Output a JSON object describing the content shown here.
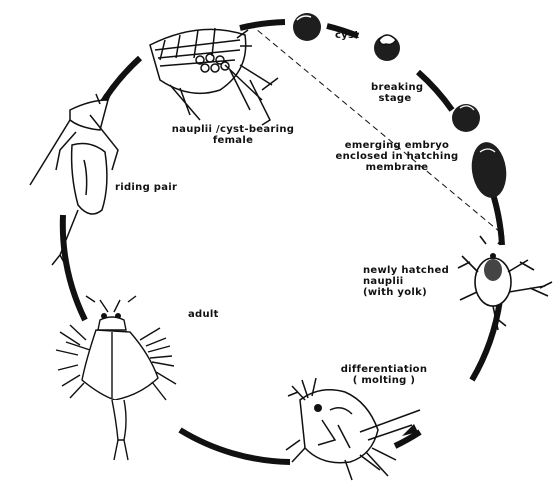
{
  "labels": {
    "cyst": "cyst",
    "breaking_stage": "breaking\nstage",
    "emerging_embryo": "emerging embryo\nenclosed in hatching\nmembrane",
    "newly_hatched": "newly hatched\nnauplii\n(with yolk)",
    "differentiation": "differentiation\n( molting )",
    "adult": "adult",
    "riding_pair": "riding pair",
    "nauplii_female": "nauplii /cyst-bearing\nfemale"
  },
  "colors": {
    "ink": "#111111",
    "background": "#ffffff",
    "cyst_fill": "#1e1e1e"
  }
}
